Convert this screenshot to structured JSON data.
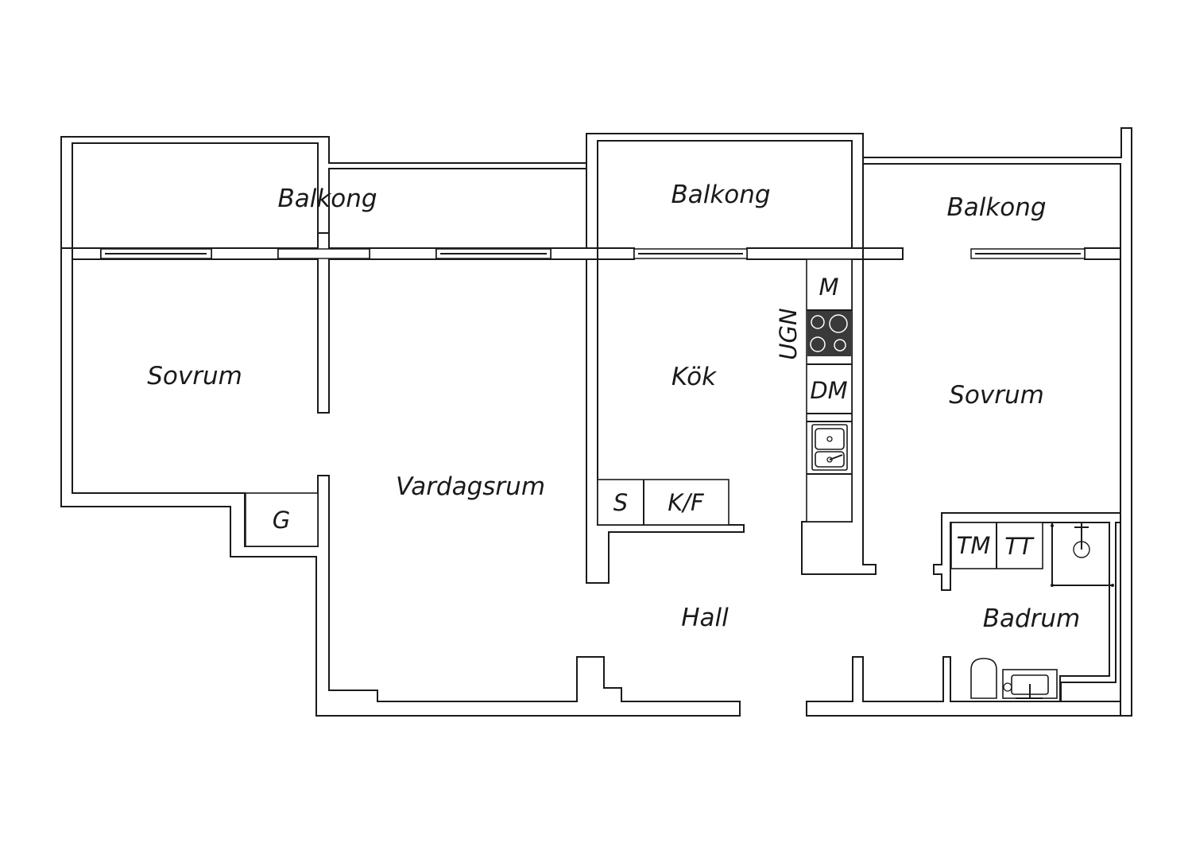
{
  "rooms": {
    "balkong_left": "Balkong",
    "balkong_mid": "Balkong",
    "balkong_right": "Balkong",
    "sovrum_left": "Sovrum",
    "vardagsrum": "Vardagsrum",
    "kok": "Kök",
    "sovrum_right": "Sovrum",
    "hall": "Hall",
    "badrum": "Badrum"
  },
  "fixtures": {
    "microwave": "M",
    "oven": "UGN",
    "dishwasher": "DM",
    "storage": "S",
    "fridge_freezer": "K/F",
    "wardrobe": "G",
    "washer": "TM",
    "dryer": "TT"
  },
  "colors": {
    "wall": "#1a1a1a",
    "background": "#ffffff",
    "stove_top": "#3a3a3a"
  }
}
